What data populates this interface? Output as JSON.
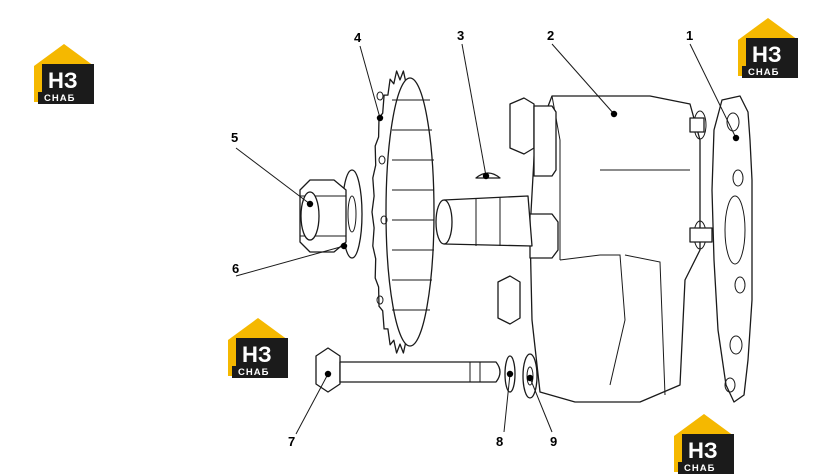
{
  "callouts": {
    "c1": "1",
    "c2": "2",
    "c3": "3",
    "c4": "4",
    "c5": "5",
    "c6": "6",
    "c7": "7",
    "c8": "8",
    "c9": "9"
  },
  "logo": {
    "letters": "НЗ",
    "word": "СНАБ",
    "colors": {
      "roof": "#f5b800",
      "body": "#1b1b1b",
      "text": "#ffffff"
    }
  }
}
